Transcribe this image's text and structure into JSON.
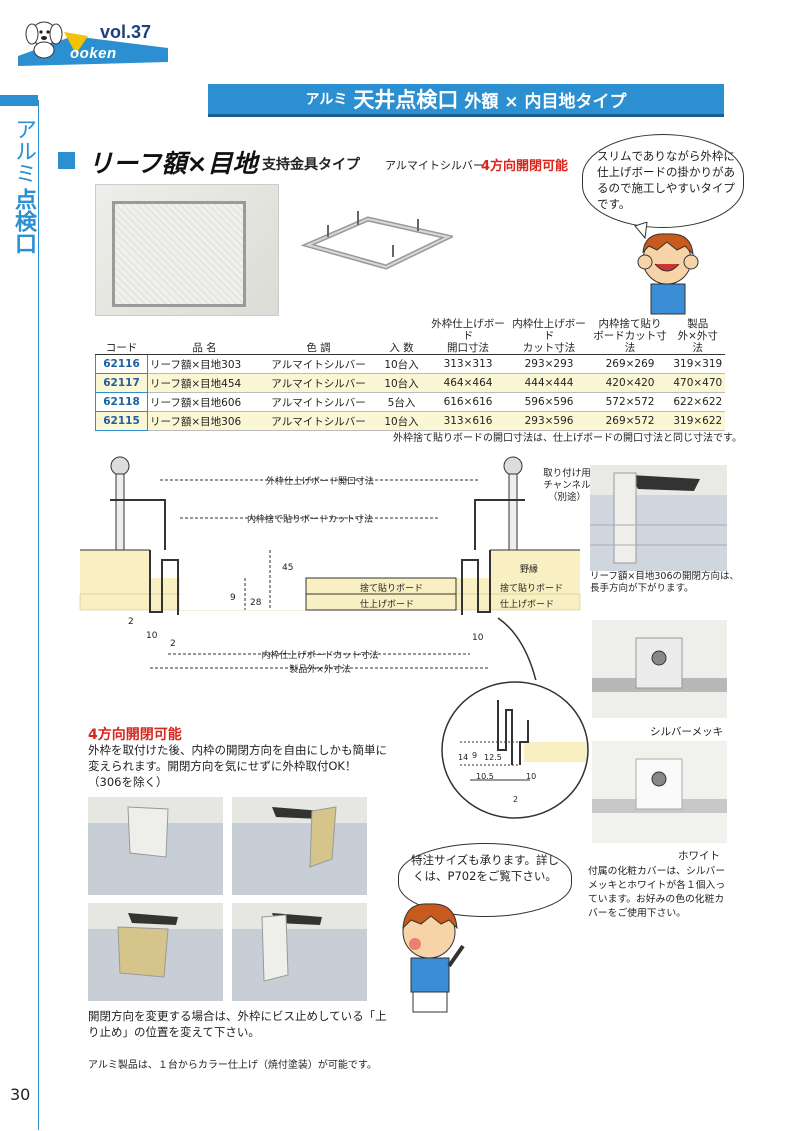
{
  "header": {
    "vol": "vol.37",
    "brand": "ooken",
    "title_small": "アルミ",
    "title_large": "天井点検口",
    "title_medium": "外額 × 内目地タイプ"
  },
  "side": {
    "line1": "アルミ",
    "line2": "点検口"
  },
  "section": {
    "title": "リーフ額×目地",
    "subtitle": "支持金具タイプ",
    "color": "アルマイトシルバー",
    "feature": "4方向開閉可能"
  },
  "bubble1": {
    "text": "スリムでありながら外枠に仕上げボードの掛かりがあるので施工しやすいタイプです。"
  },
  "table": {
    "headers": [
      "コード",
      "品 名",
      "色 調",
      "入 数",
      "外枠仕上げボード\n開口寸法",
      "内枠仕上げボード\nカット寸法",
      "内枠捨て貼り\nボードカット寸法",
      "製品\n外×外寸法"
    ],
    "rows": [
      [
        "62116",
        "リーフ額×目地303",
        "アルマイトシルバー",
        "10台入",
        "313×313",
        "293×293",
        "269×269",
        "319×319"
      ],
      [
        "62117",
        "リーフ額×目地454",
        "アルマイトシルバー",
        "10台入",
        "464×464",
        "444×444",
        "420×420",
        "470×470"
      ],
      [
        "62118",
        "リーフ額×目地606",
        "アルマイトシルバー",
        "5台入",
        "616×616",
        "596×596",
        "572×572",
        "622×622"
      ],
      [
        "62115",
        "リーフ額×目地306",
        "アルマイトシルバー",
        "10台入",
        "313×616",
        "293×596",
        "269×572",
        "319×622"
      ]
    ],
    "note": "外枠捨て貼りボードの開口寸法は、仕上げボードの開口寸法と同じ寸法です。"
  },
  "diagram": {
    "outer_open": "外枠仕上げボード開口寸法",
    "inner_cut": "内枠捨て貼りボードカット寸法",
    "inner_finish_cut": "内枠仕上げボードカット寸法",
    "outer_size": "製品外×外寸法",
    "channel": "取り付け用\nチャンネル\n（別途）",
    "noburi": "野縁",
    "sute": "捨て貼りボード",
    "shiage": "仕上げボード",
    "d45": "45",
    "d28": "28",
    "d9": "9",
    "d2": "2",
    "d10": "10",
    "det_14": "14",
    "det_9": "9",
    "det_125": "12.5",
    "det_105": "10.5",
    "det_10": "10",
    "det_2": "2"
  },
  "right": {
    "caption1": "リーフ額×目地306の開閉方向は、長手方向が下がります。",
    "caption2": "シルバーメッキ",
    "caption3": "ホワイト",
    "note": "付属の化粧カバーは、シルバーメッキとホワイトが各１個入っています。お好みの色の化粧カバーをご使用下さい。"
  },
  "dir": {
    "title": "4方向開閉可能",
    "text": "外枠を取付けた後、内枠の開閉方向を自由にしかも簡単に変えられます。開閉方向を気にせずに外枠取付OK！（306を除く）",
    "caption": "開閉方向を変更する場合は、外枠にビス止めしている「上り止め」の位置を変えて下さい。"
  },
  "bubble2": {
    "text": "特注サイズも承ります。詳しくは、P702をご覧下さい。"
  },
  "footer": {
    "note": "アルミ製品は、１台からカラー仕上げ（焼付塗装）が可能です。",
    "page": "30"
  },
  "colors": {
    "accent": "#2b8fd1",
    "red": "#d9261c",
    "yellow_row": "#fbf6d4"
  }
}
